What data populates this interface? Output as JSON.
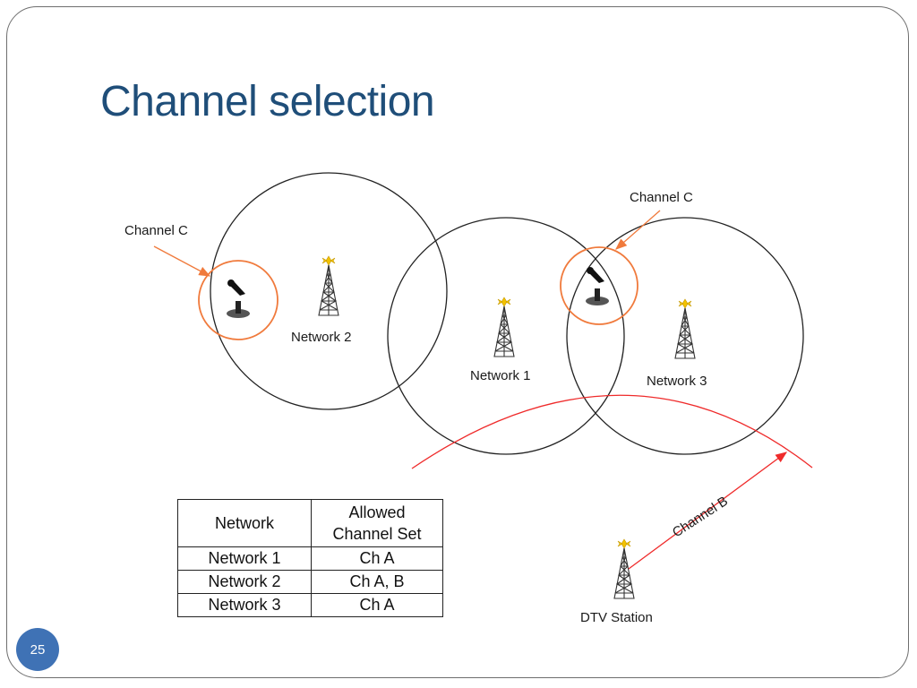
{
  "slide": {
    "title": "Channel selection",
    "page_number": "25"
  },
  "diagram": {
    "networks": [
      {
        "label": "Network 2"
      },
      {
        "label": "Network 1"
      },
      {
        "label": "Network 3"
      }
    ],
    "callouts": {
      "left_channel": "Channel C",
      "right_channel": "Channel C",
      "dtv_channel": "Channel B"
    },
    "dtv_station": "DTV Station",
    "colors": {
      "circle": "#222222",
      "secondary_user_ring": "#f07a3c",
      "dtv_coverage": "#ef2b2b",
      "tower_light": "#f2c200"
    },
    "icons": [
      "tower-icon",
      "microphone-icon"
    ]
  },
  "table": {
    "headers": [
      "Network",
      "Allowed Channel Set"
    ],
    "header_lines": [
      [
        "Network"
      ],
      [
        "Allowed",
        "Channel Set"
      ]
    ],
    "rows": [
      [
        "Network 1",
        "Ch A"
      ],
      [
        "Network 2",
        "Ch A, B"
      ],
      [
        "Network 3",
        "Ch A"
      ]
    ]
  }
}
